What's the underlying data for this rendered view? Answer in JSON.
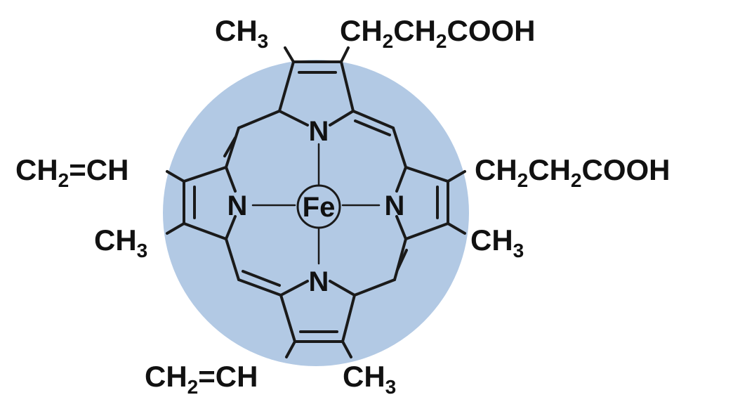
{
  "colors": {
    "background_disk": "#b2c9e4",
    "ink": "#111111",
    "iron_circle_fill": "#b2c9e4"
  },
  "atoms": {
    "iron": "Fe",
    "n_top": "N",
    "n_left": "N",
    "n_right": "N",
    "n_bottom": "N"
  },
  "substituents": {
    "top_left": {
      "main": "CH",
      "sub": "3",
      "tail": ""
    },
    "top_right": {
      "main": "CH",
      "sub": "2",
      "mid": "CH",
      "sub2": "2",
      "tail": "COOH"
    },
    "left_upper": {
      "main": "CH",
      "sub": "2",
      "tail": "=CH"
    },
    "left_lower": {
      "main": "CH",
      "sub": "3",
      "tail": ""
    },
    "right_upper": {
      "main": "CH",
      "sub": "2",
      "mid": "CH",
      "sub2": "2",
      "tail": "COOH"
    },
    "right_lower": {
      "main": "CH",
      "sub": "3",
      "tail": ""
    },
    "bottom_left": {
      "main": "CH",
      "sub": "2",
      "tail": "=CH"
    },
    "bottom_right": {
      "main": "CH",
      "sub": "3",
      "tail": ""
    }
  }
}
